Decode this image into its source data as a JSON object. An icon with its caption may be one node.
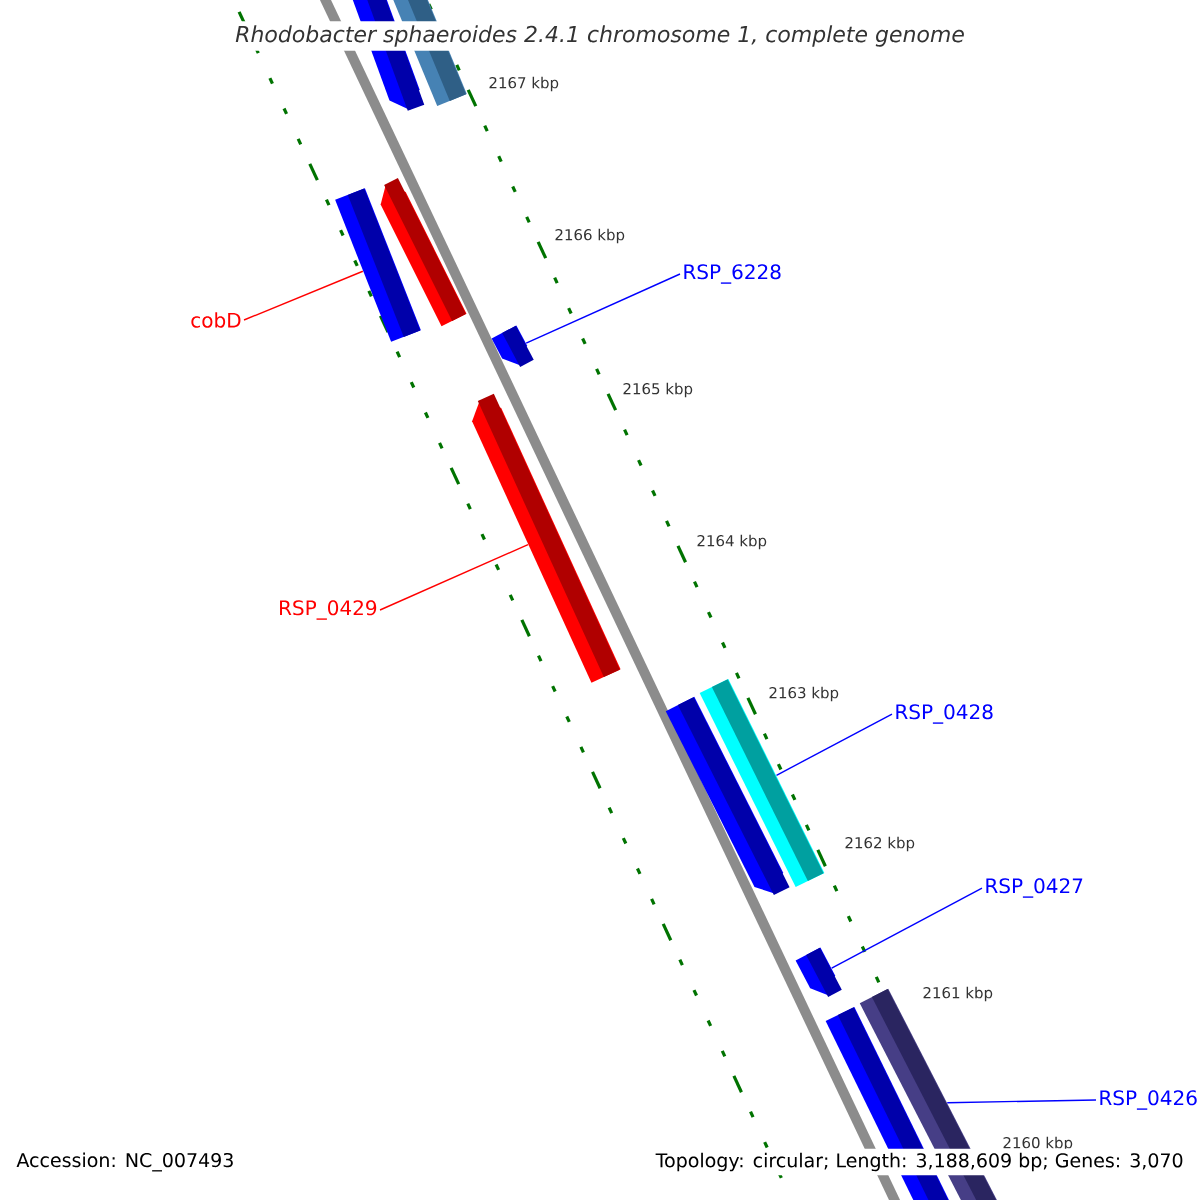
{
  "diagram": {
    "title": "Rhodobacter sphaeroides 2.4.1 chromosome 1, complete genome",
    "nodes": [
      {
        "text": [],
        "shape": "bar"
      },
      {
        "text": [],
        "shape": "bar"
      },
      {
        "text": [
          "cobD"
        ]
      },
      {
        "text": [],
        "shape": "bar"
      },
      {
        "text": [],
        "shape": "bar"
      },
      {
        "text": [
          "RSP_6228"
        ]
      },
      {
        "text": [],
        "shape": "bar"
      },
      {
        "text": [],
        "shape": "bar"
      },
      {
        "text": [
          "RSP_0429"
        ]
      },
      {
        "text": [],
        "shape": "bar"
      },
      {
        "text": [],
        "shape": "bar"
      },
      {
        "text": [
          "RSP_0428"
        ]
      },
      {
        "text": [],
        "shape": "bar"
      },
      {
        "text": [
          "RSP_0427"
        ]
      },
      {
        "text": [],
        "shape": "bar"
      },
      {
        "text": [],
        "shape": "bar"
      },
      {
        "text": [
          "RSP_0426"
        ]
      }
    ],
    "edges": [
      {
        "from": 2,
        "to": 3,
        "arrow": "none",
        "color": "#ff0000"
      },
      {
        "from": 5,
        "to": 6,
        "arrow": "none"
      },
      {
        "from": 8,
        "to": 7,
        "arrow": "none",
        "color": "#ff0000"
      },
      {
        "from": 11,
        "to": 10,
        "arrow": "none"
      },
      {
        "from": 13,
        "to": 12,
        "arrow": "none"
      },
      {
        "from": 16,
        "to": 14,
        "arrow": "none"
      }
    ],
    "labels": [
      "2167 kbp",
      "2166 kbp",
      "2165 kbp",
      "2164 kbp",
      "2163 kbp",
      "2162 kbp",
      "2161 kbp",
      "2160 kbp",
      "Accession: NC_007493",
      "Topology: circular; Length: 3,188,609 bp; Genes: 3,070"
    ]
  }
}
